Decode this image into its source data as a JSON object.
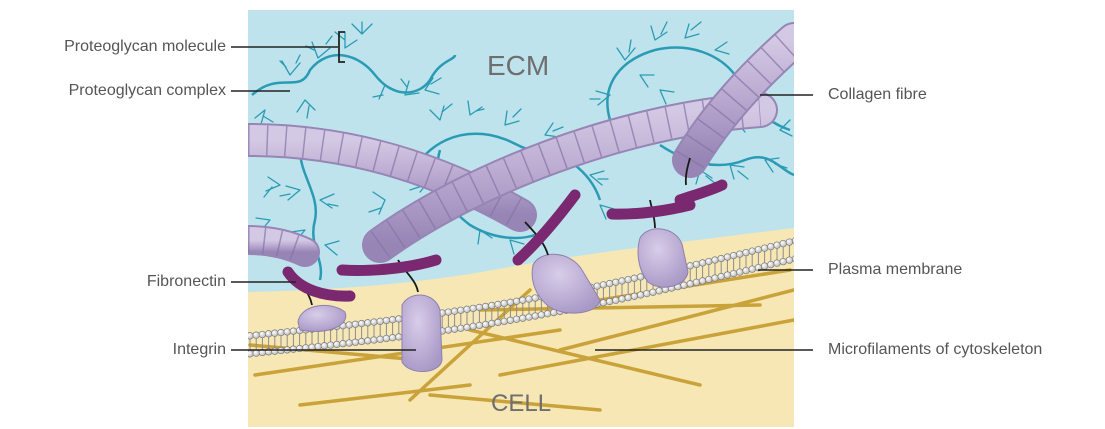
{
  "regions": {
    "outside": "ECM",
    "inside": "CELL"
  },
  "labels": {
    "proteoglycan_molecule": "Proteoglycan molecule",
    "proteoglycan_complex": "Proteoglycan complex",
    "fibronectin": "Fibronectin",
    "integrin": "Integrin",
    "collagen_fibre": "Collagen fibre",
    "plasma_membrane": "Plasma membrane",
    "microfilaments": "Microfilaments of cytoskeleton"
  },
  "colors": {
    "ecm_background": "#bfe3ec",
    "cell_background": "#f7e7b4",
    "proteoglycan": "#2a9bb4",
    "collagen": "#b8a8cf",
    "fibronectin": "#7a2870",
    "integrin": "#c0b3d8",
    "microfilament": "#c9a23a",
    "leader_line": "#222222"
  }
}
